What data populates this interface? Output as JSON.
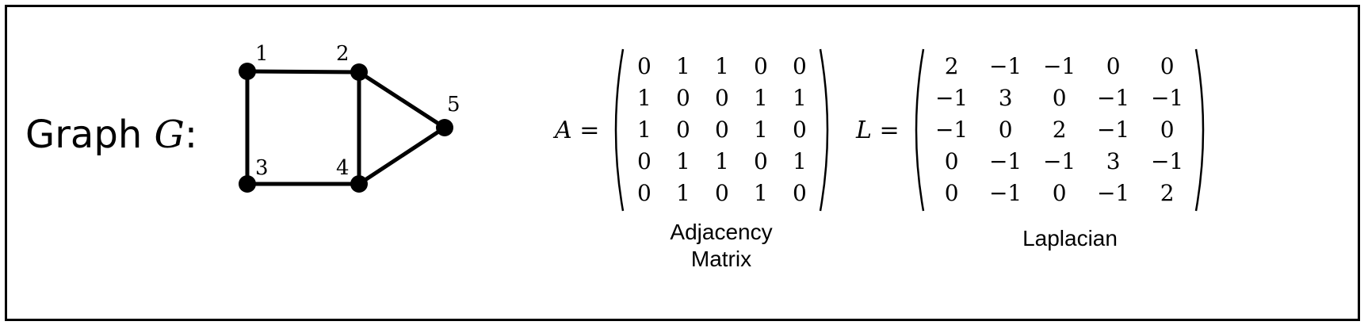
{
  "graph": {
    "title_prefix": "Graph ",
    "title_var": "G",
    "title_suffix": ":",
    "nodes": [
      {
        "id": "1",
        "label": "1"
      },
      {
        "id": "2",
        "label": "2"
      },
      {
        "id": "3",
        "label": "3"
      },
      {
        "id": "4",
        "label": "4"
      },
      {
        "id": "5",
        "label": "5"
      }
    ],
    "edges": [
      [
        "1",
        "2"
      ],
      [
        "1",
        "3"
      ],
      [
        "2",
        "4"
      ],
      [
        "3",
        "4"
      ],
      [
        "2",
        "5"
      ],
      [
        "4",
        "5"
      ]
    ]
  },
  "adjacency": {
    "label_var": "A",
    "label_eq": " =",
    "rows": [
      [
        "0",
        "1",
        "1",
        "0",
        "0"
      ],
      [
        "1",
        "0",
        "0",
        "1",
        "1"
      ],
      [
        "1",
        "0",
        "0",
        "1",
        "0"
      ],
      [
        "0",
        "1",
        "1",
        "0",
        "1"
      ],
      [
        "0",
        "1",
        "0",
        "1",
        "0"
      ]
    ],
    "caption": "Adjacency\nMatrix"
  },
  "laplacian": {
    "label_var": "L",
    "label_eq": " =",
    "rows": [
      [
        "2",
        "−1",
        "−1",
        "0",
        "0"
      ],
      [
        "−1",
        "3",
        "0",
        "−1",
        "−1"
      ],
      [
        "−1",
        "0",
        "2",
        "−1",
        "0"
      ],
      [
        "0",
        "−1",
        "−1",
        "3",
        "−1"
      ],
      [
        "0",
        "−1",
        "0",
        "−1",
        "2"
      ]
    ],
    "caption": "Laplacian"
  }
}
